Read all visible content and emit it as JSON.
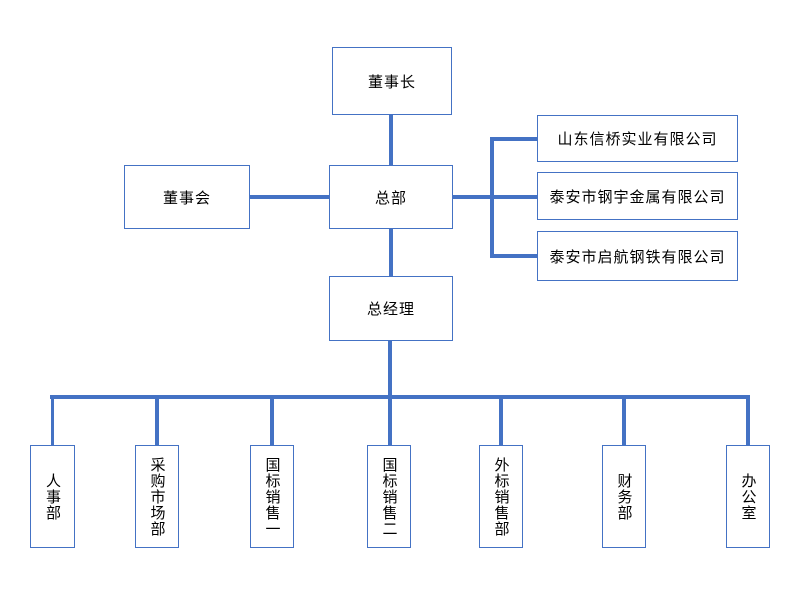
{
  "org_chart": {
    "chairman": "董事长",
    "board": "董事会",
    "headquarters": "总部",
    "general_manager": "总经理",
    "subsidiaries": [
      "山东信桥实业有限公司",
      "泰安市钢宇金属有限公司",
      "泰安市启航钢铁有限公司"
    ],
    "departments": [
      "人事部",
      "采购市场部",
      "国标销售一",
      "国标销售二",
      "外标销售部",
      "财务部",
      "办公室"
    ],
    "colors": {
      "line": "#4472C4",
      "box_border": "#4472C4",
      "box_fill": "#FFFFFF",
      "text": "#000000",
      "background": "#FFFFFF"
    }
  }
}
